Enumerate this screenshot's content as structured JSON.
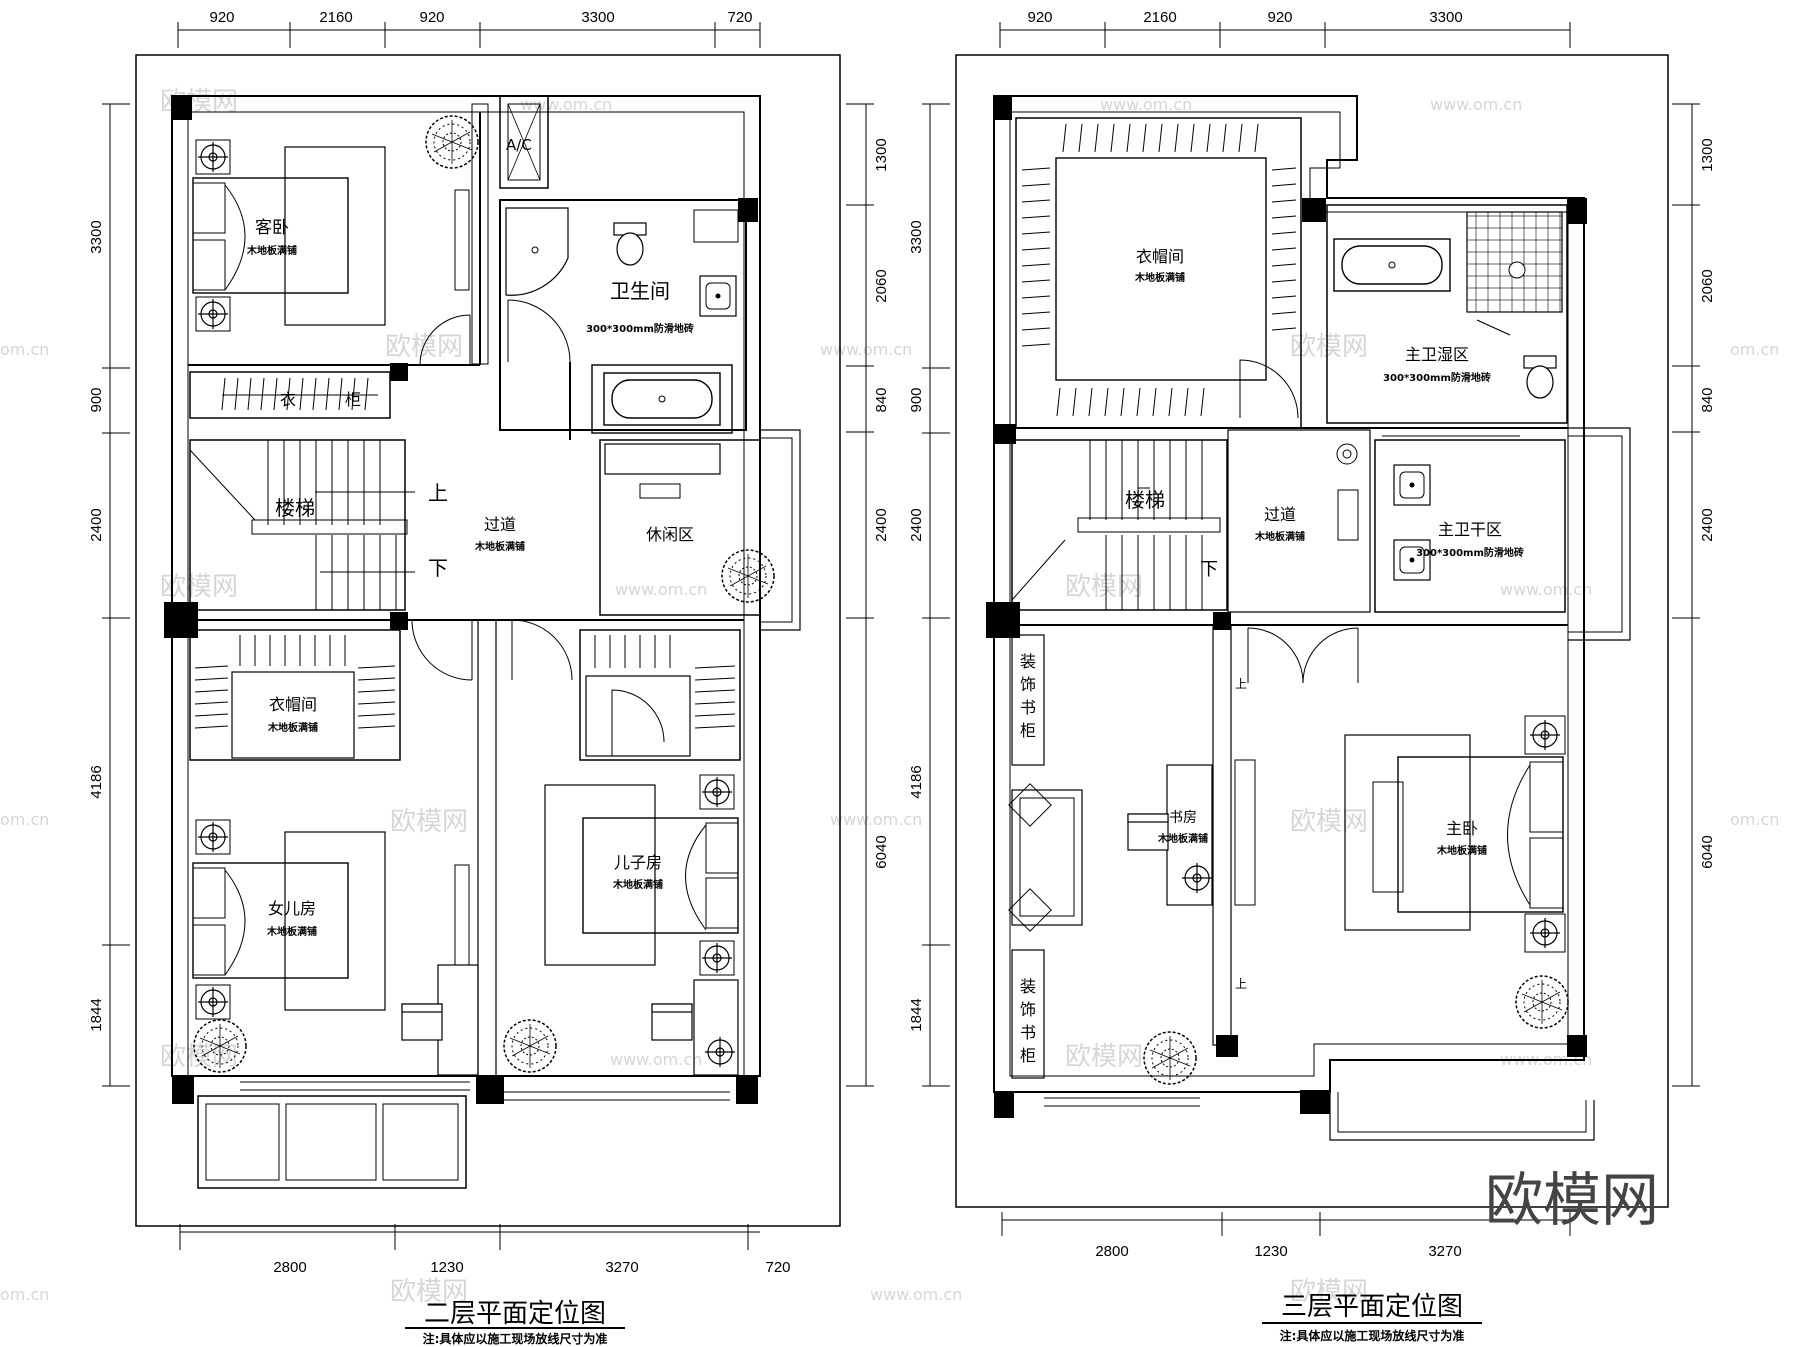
{
  "floor2": {
    "title": "二层平面定位图",
    "note": "注:具体应以施工现场放线尺寸为准",
    "dims_top": [
      "920",
      "2160",
      "920",
      "3300",
      "720"
    ],
    "dims_bottom": [
      "2800",
      "1230",
      "3270",
      "720"
    ],
    "dims_left": [
      "3300",
      "900",
      "2400",
      "4186",
      "1844"
    ],
    "dims_right": [
      "1300",
      "2060",
      "840",
      "2400",
      "6040"
    ],
    "ac_label": "A/C",
    "rooms": {
      "guest": {
        "name": "客卧",
        "floor": "木地板满铺"
      },
      "bath": {
        "name": "卫生间",
        "floor": "300*300mm防滑地砖"
      },
      "closet_label_a": "衣",
      "closet_label_b": "柜",
      "stairs": {
        "name": "楼梯",
        "up": "上",
        "down": "下"
      },
      "corridor": {
        "name": "过道",
        "floor": "木地板满铺"
      },
      "lounge": {
        "name": "休闲区"
      },
      "wardrobe": {
        "name": "衣帽间",
        "floor": "木地板满铺"
      },
      "daughter": {
        "name": "女儿房",
        "floor": "木地板满铺"
      },
      "son": {
        "name": "儿子房",
        "floor": "木地板满铺"
      }
    }
  },
  "floor3": {
    "title": "三层平面定位图",
    "note": "注:具体应以施工现场放线尺寸为准",
    "dims_top": [
      "920",
      "2160",
      "920",
      "3300"
    ],
    "dims_bottom": [
      "2800",
      "1230",
      "3270"
    ],
    "dims_left": [
      "3300",
      "900",
      "2400",
      "4186",
      "1844"
    ],
    "dims_right": [
      "1300",
      "2060",
      "840",
      "2400",
      "6040"
    ],
    "rooms": {
      "wardrobe": {
        "name": "衣帽间",
        "floor": "木地板满铺"
      },
      "wet": {
        "name": "主卫湿区",
        "floor": "300*300mm防滑地砖"
      },
      "stairs": {
        "name": "楼梯",
        "down": "下"
      },
      "corridor": {
        "name": "过道",
        "floor": "木地板满铺"
      },
      "dry": {
        "name": "主卫干区",
        "floor": "300*300mm防滑地砖"
      },
      "study": {
        "name": "书房",
        "floor": "木地板满铺"
      },
      "cabinet_top": [
        "装",
        "饰",
        "书",
        "柜"
      ],
      "cabinet_bottom": [
        "装",
        "饰",
        "书",
        "柜"
      ],
      "master": {
        "name": "主卧",
        "floor": "木地板满铺"
      },
      "step_up": "上"
    }
  },
  "watermark": {
    "brand": "欧模网",
    "url": "www.om.cn",
    "url_short": "om.cn"
  }
}
